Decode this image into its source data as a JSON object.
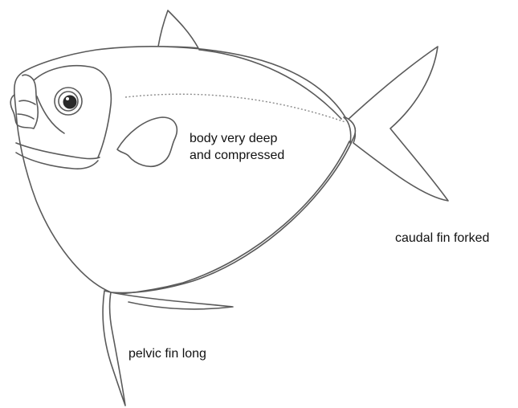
{
  "diagram": {
    "labels": {
      "body_line1": "body very deep",
      "body_line2": "and compressed",
      "caudal": "caudal fin forked",
      "pelvic": "pelvic fin long"
    },
    "colors": {
      "background": "#ffffff",
      "outline": "#5a5a5a",
      "text": "#111111",
      "pupil": "#2a2a2a"
    }
  }
}
